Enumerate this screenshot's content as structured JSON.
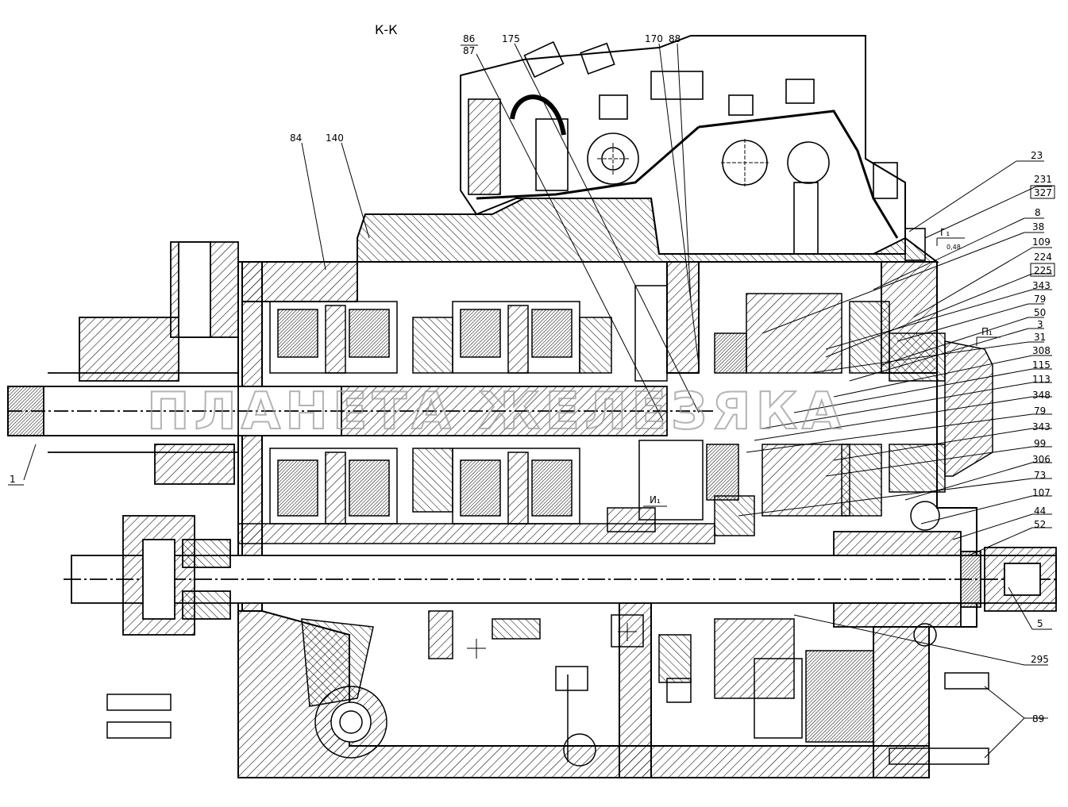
{
  "section_title": "К-К",
  "watermark": "ПЛАНЕТА ЖЕЛЕЗЯКА",
  "callouts": {
    "c1": "1",
    "c5": "5",
    "c23": "23",
    "c231": "231",
    "c327": "327",
    "c8": "8",
    "c38": "38",
    "c109": "109",
    "c224": "224",
    "c225": "225",
    "c343a": "343",
    "c79a": "79",
    "c50": "50",
    "c3": "3",
    "c31": "31",
    "c308": "308",
    "c115": "115",
    "c113": "113",
    "c348": "348",
    "c79b": "79",
    "c343b": "343",
    "c99": "99",
    "c306": "306",
    "c73": "73",
    "c107": "107",
    "c44": "44",
    "c52": "52",
    "c295": "295",
    "c89": "89",
    "c84": "84",
    "c140": "140",
    "c86": "86",
    "c87": "87",
    "c175": "175",
    "c170": "170",
    "c88": "88"
  },
  "section_marks": {
    "g1": "Г₁",
    "p1": "П₁",
    "i1": "И₁"
  },
  "note_value": "0,48"
}
